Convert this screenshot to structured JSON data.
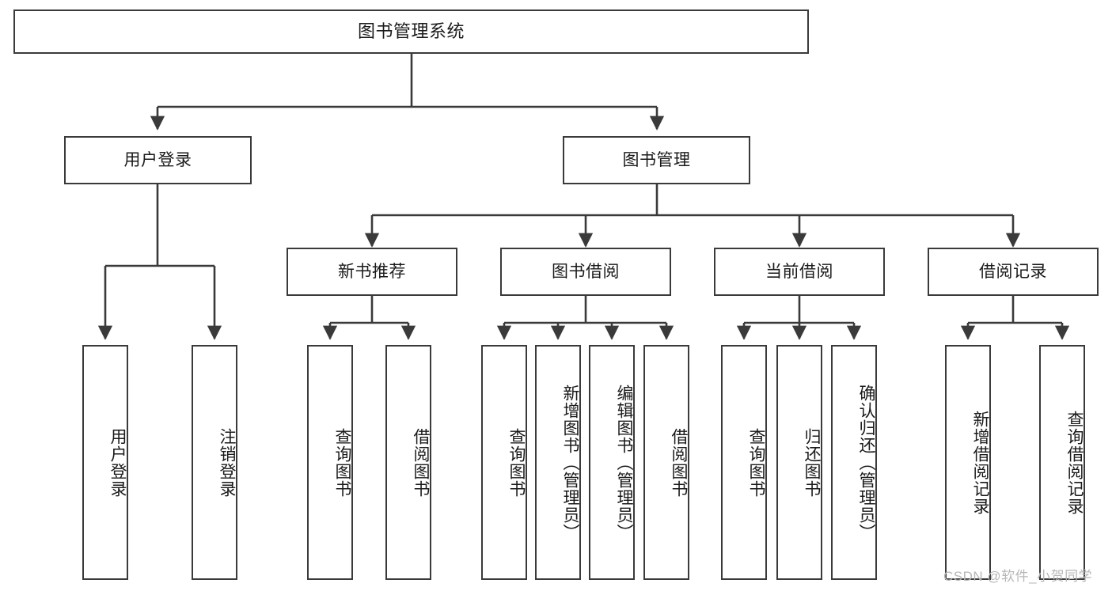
{
  "diagram": {
    "type": "tree",
    "title": "图书管理系统",
    "watermark": "CSDN @软件_小贺同学",
    "colors": {
      "stroke": "#3a3a3a",
      "fill": "#ffffff",
      "background": "#ffffff",
      "watermark": "#b7b7b7"
    },
    "root": {
      "label": "图书管理系统"
    },
    "level2": [
      {
        "label": "用户登录"
      },
      {
        "label": "图书管理"
      }
    ],
    "level3": [
      {
        "label": "新书推荐"
      },
      {
        "label": "图书借阅"
      },
      {
        "label": "当前借阅"
      },
      {
        "label": "借阅记录"
      }
    ],
    "leaves": {
      "user_login": [
        {
          "label": "用户登录"
        },
        {
          "label": "注销登录"
        }
      ],
      "new_book": [
        {
          "label": "查询图书"
        },
        {
          "label": "借阅图书"
        }
      ],
      "book_borrow": [
        {
          "label": "查询图书"
        },
        {
          "label": "新增图书（管理员）"
        },
        {
          "label": "编辑图书（管理员）"
        },
        {
          "label": "借阅图书"
        }
      ],
      "current_borrow": [
        {
          "label": "查询图书"
        },
        {
          "label": "归还图书"
        },
        {
          "label": "确认归还（管理员）"
        }
      ],
      "borrow_record": [
        {
          "label": "新增借阅记录"
        },
        {
          "label": "查询借阅记录"
        }
      ]
    }
  }
}
